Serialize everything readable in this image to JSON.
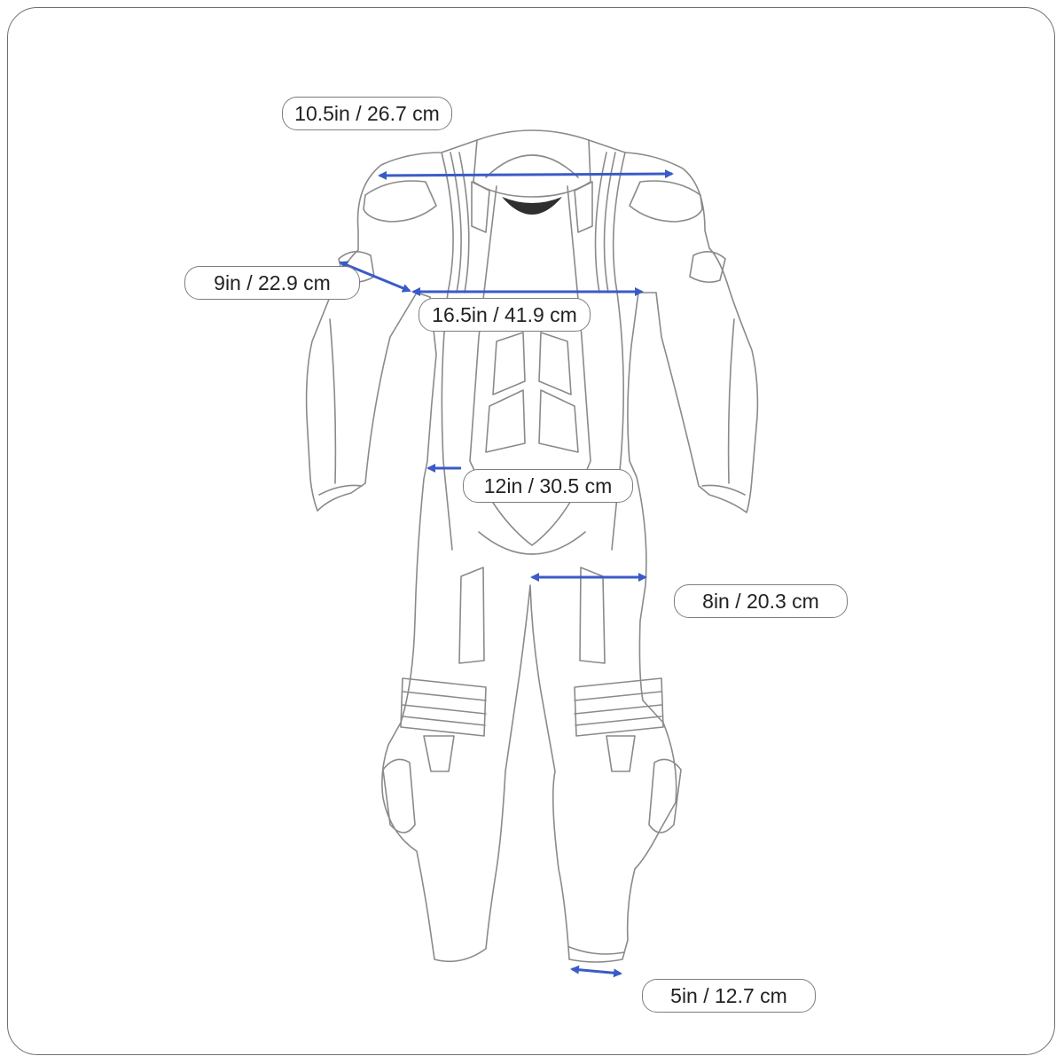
{
  "measurements": {
    "shoulder": "10.5in / 26.7 cm",
    "arm": "9in / 22.9 cm",
    "chest": "16.5in / 41.9 cm",
    "waist": "12in / 30.5 cm",
    "thigh": "8in / 20.3 cm",
    "ankle": "5in / 12.7 cm"
  },
  "colors": {
    "arrow": "#3a5bc7",
    "outline": "#8a8a8a",
    "frame": "#6e6e6e",
    "collar_fill": "#2f2f2f"
  }
}
